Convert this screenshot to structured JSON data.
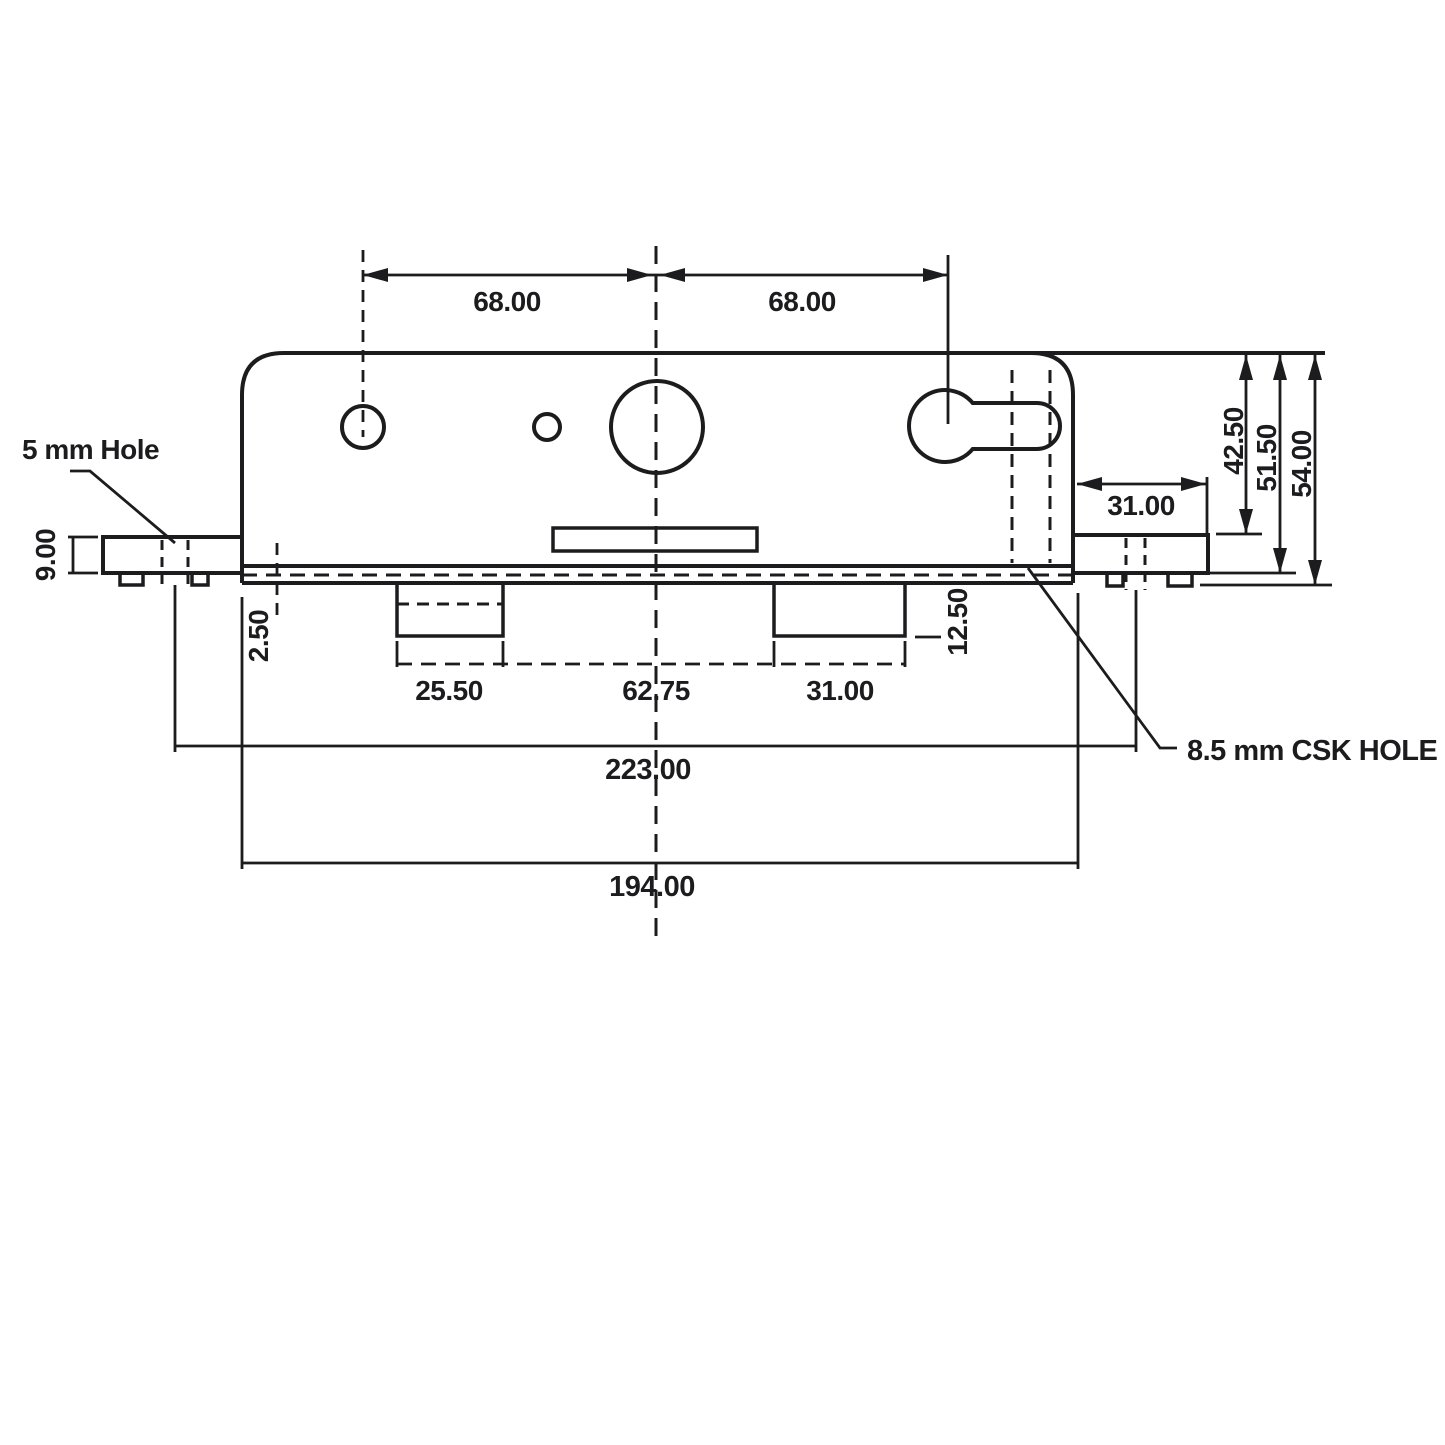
{
  "drawing": {
    "annotations": {
      "hole_note": "5 mm Hole",
      "csk_note": "8.5 mm CSK HOLE"
    },
    "dimensions": {
      "top_left_span": "68.00",
      "top_right_span": "68.00",
      "right_tab_width": "31.00",
      "height_to_tab_top": "42.50",
      "height_to_tab_bottom": "51.50",
      "height_overall": "54.00",
      "left_tab_height": "9.00",
      "flange_offset": "2.50",
      "notch_left_width": "25.50",
      "notch_center_span": "62.75",
      "notch_right_width": "31.00",
      "notch_depth": "12.50",
      "overall_width": "223.00",
      "body_width": "194.00"
    }
  },
  "colors": {
    "ink": "#1c1c1e",
    "background": "#ffffff"
  }
}
